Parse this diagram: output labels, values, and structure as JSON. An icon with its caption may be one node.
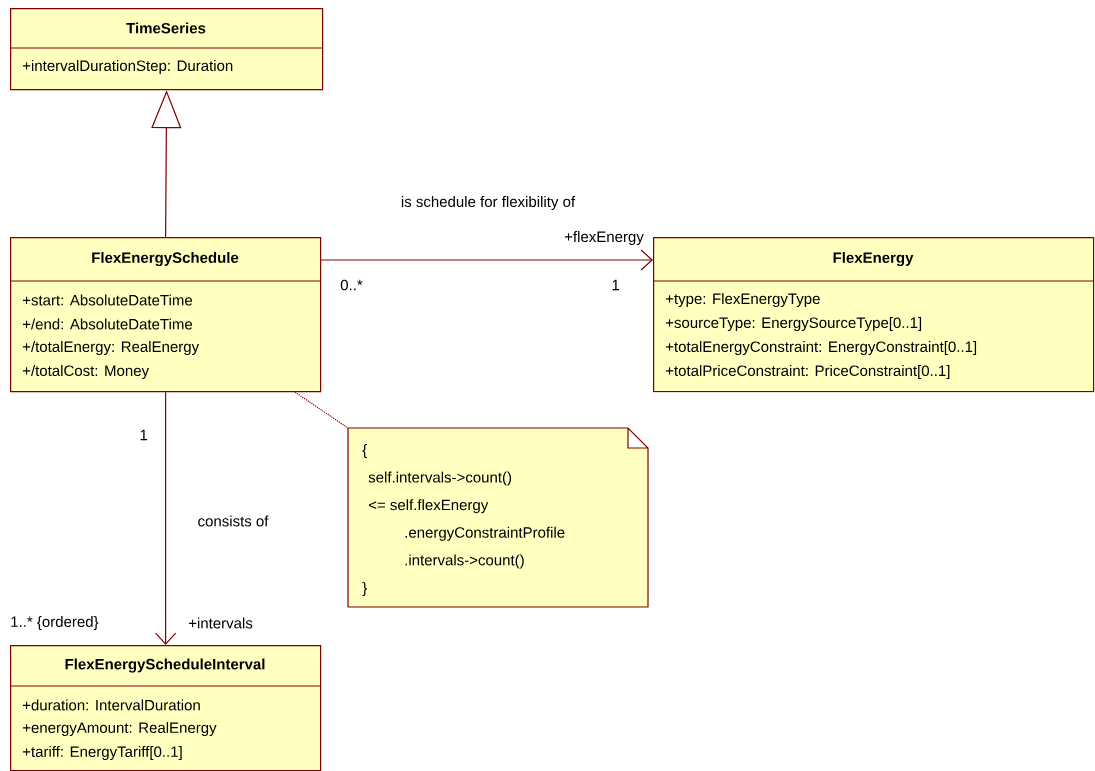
{
  "diagram": {
    "nodes": [
      {
        "text": [
          "TimeSeries",
          "+intervalDurationStep: Duration"
        ]
      },
      {
        "text": [
          "FlexEnergySchedule",
          "+start: AbsoluteDateTime",
          "+/end: AbsoluteDateTime",
          "+/totalEnergy: RealEnergy",
          "+/totalCost: Money"
        ]
      },
      {
        "text": [
          "FlexEnergy",
          "+type: FlexEnergyType",
          "+sourceType: EnergySourceType[0..1]",
          "+totalEnergyConstraint: EnergyConstraint[0..1]",
          "+totalPriceConstraint: PriceConstraint[0..1]"
        ]
      },
      {
        "text": [
          "{",
          "self.intervals->count()",
          "<= self.flexEnergy",
          ".energyConstraintProfile",
          ".intervals->count()",
          "}"
        ]
      },
      {
        "text": [
          "FlexEnergyScheduleInterval",
          "+duration: IntervalDuration",
          "+energyAmount: RealEnergy",
          "+tariff: EnergyTariff[0..1]"
        ]
      }
    ],
    "edges": [
      {
        "from": 1,
        "to": 0,
        "arrow": "to"
      },
      {
        "from": 1,
        "to": 2,
        "arrow": "to",
        "label": "is schedule for flexibility of"
      },
      {
        "from": 1,
        "to": 4,
        "arrow": "to",
        "label": "consists of"
      },
      {
        "from": 1,
        "to": 3,
        "arrow": "none",
        "style": "dashed"
      }
    ],
    "labels": [
      "+flexEnergy",
      "0..*",
      "1",
      "1",
      "1..* {ordered}",
      "+intervals"
    ]
  }
}
